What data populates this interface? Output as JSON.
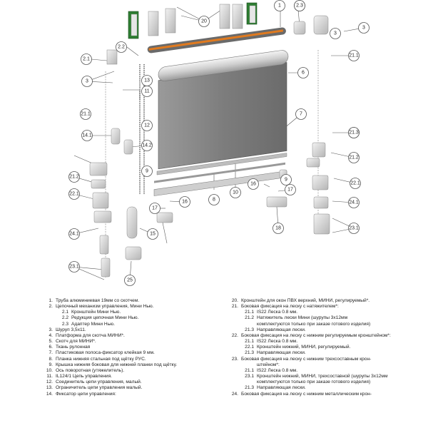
{
  "callouts": [
    "1",
    "2",
    "2.1",
    "2.2",
    "2.3",
    "3",
    "3",
    "3",
    "6",
    "7",
    "9",
    "9",
    "8",
    "10",
    "11",
    "12",
    "13",
    "14.1",
    "14.2",
    "15",
    "16",
    "16",
    "17",
    "17",
    "18",
    "20",
    "21.1",
    "21.1",
    "21.1",
    "21.2",
    "21.2",
    "21.3",
    "22.1",
    "22.1",
    "23.1",
    "23.1",
    "24.1",
    "24.1",
    "25"
  ],
  "colors": {
    "fabric": "#7f7f7f",
    "tube": "#d9d9d9",
    "green_bracket": "#2e7d32",
    "orange_tape": "#e07a1f",
    "line": "#555555"
  },
  "legend_left": [
    {
      "n": "1.",
      "t": "Труба алюминиевая 19мм со скотчем."
    },
    {
      "n": "2.",
      "t": "Цепочный механизм управления, Мини Нью."
    },
    {
      "n": "2.1",
      "t": "Кронштейн Мини Нью."
    },
    {
      "n": "2.2",
      "t": "Редукция цепочная Мини Нью."
    },
    {
      "n": "2.3",
      "t": "Адаптер Мини Нью."
    },
    {
      "n": "3.",
      "t": "Шуруп 3,5х11."
    },
    {
      "n": "4.",
      "t": "Платформа для скотча МИНИ*."
    },
    {
      "n": "5.",
      "t": "Скотч для МИНИ*."
    },
    {
      "n": "6.",
      "t": "Ткань рулонная"
    },
    {
      "n": "7.",
      "t": "Пластиковая полоса-фиксатор клейкая 9 мм."
    },
    {
      "n": "8.",
      "t": "Планка нижняя стальная под щётку РУС."
    },
    {
      "n": "9.",
      "t": "Крышка нижняя боковая для нижней планки под щётку."
    },
    {
      "n": "10.",
      "t": "Ось поворотная (утяжелитель)."
    },
    {
      "n": "11.",
      "t": "IL124/1 Цепь управления."
    },
    {
      "n": "12.",
      "t": "Соединитель цепи управления, малый."
    },
    {
      "n": "13.",
      "t": "Ограничитель цепи управления малый."
    },
    {
      "n": "14.",
      "t": "Фиксатор цепи управления:"
    }
  ],
  "legend_right": [
    {
      "n": "20.",
      "t": "Кронштейн для окон ПВХ верхний, МИНИ, регулируемый*.",
      "k": "top"
    },
    {
      "n": "21.",
      "t": "Боковая фиксация на леску с натяжителем*:",
      "k": "top"
    },
    {
      "n": "21.1",
      "t": "IS22 Леска 0.8 мм.",
      "k": "sub"
    },
    {
      "n": "21.2",
      "t": "Натяжитель лески Мини (шурупы 3х12мм",
      "k": "sub"
    },
    {
      "n": "",
      "t": "комплектуются только при заказе готового изделия)",
      "k": "cont"
    },
    {
      "n": "21.3",
      "t": "Направляющая лески.",
      "k": "sub"
    },
    {
      "n": "22.",
      "t": "Боковая фиксация на леску с нижним регулируемым кронштейном*:",
      "k": "top"
    },
    {
      "n": "21.1",
      "t": "IS22 Леска 0.8 мм.",
      "k": "sub"
    },
    {
      "n": "22.1",
      "t": "Кронштейн нижний, МИНИ, регулируемый.",
      "k": "sub"
    },
    {
      "n": "21.3",
      "t": "Направляющая лески.",
      "k": "sub"
    },
    {
      "n": "23.",
      "t": "Боковая фиксация на леску с нижним трехсоставным крон-",
      "k": "top"
    },
    {
      "n": "",
      "t": "штейном*:",
      "k": "cont"
    },
    {
      "n": "21.1",
      "t": "IS22 Леска 0.8 мм.",
      "k": "sub"
    },
    {
      "n": "23.1",
      "t": "Кронштейн нижний, МИНИ, трехсоставной (шурупы 3х12мм",
      "k": "sub"
    },
    {
      "n": "",
      "t": "комплектуются только при заказе готового изделия)",
      "k": "cont"
    },
    {
      "n": "21.3",
      "t": "Направляющая лески.",
      "k": "sub"
    },
    {
      "n": "24.",
      "t": "Боковая фиксация на леску с нижним металлическим крон-",
      "k": "top"
    }
  ]
}
